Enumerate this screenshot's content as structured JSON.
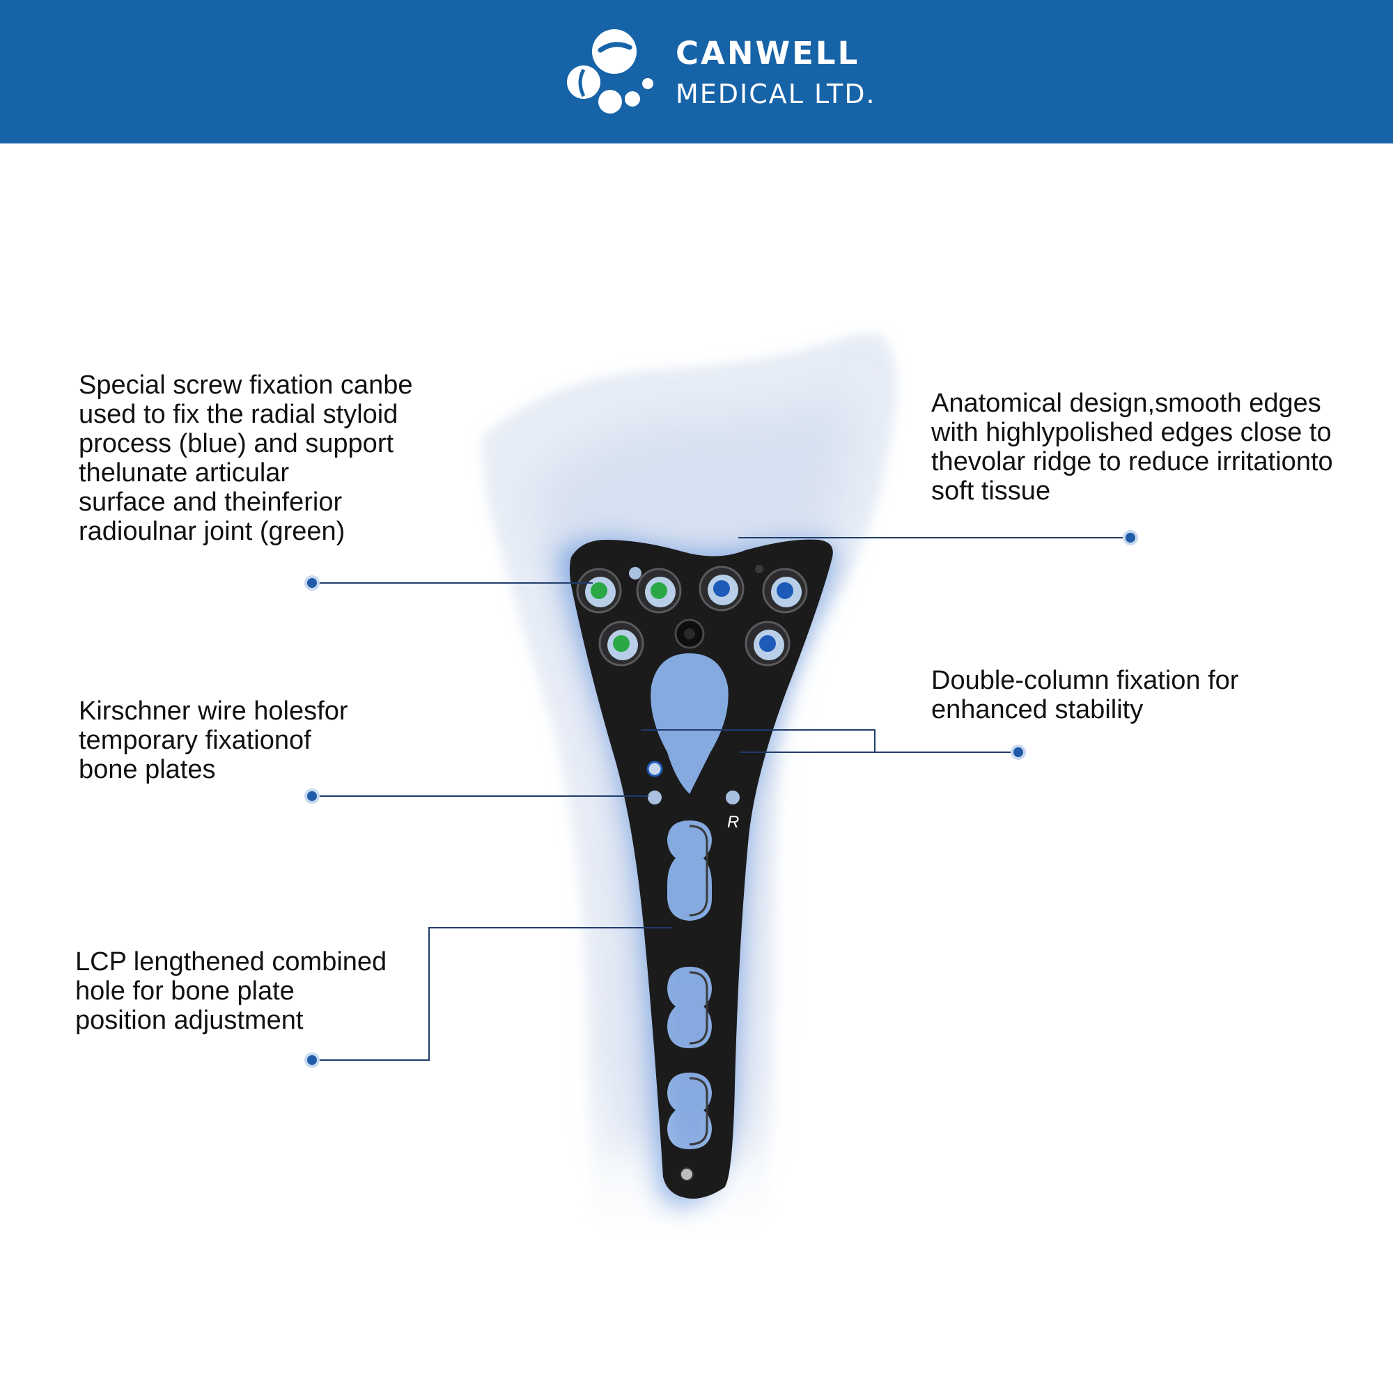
{
  "brand": {
    "name": "CANWELL",
    "subtitle": "MEDICAL LTD.",
    "color": "#1763a8"
  },
  "colors": {
    "leader_line": "#1f3b6b",
    "marker": "#1f5ba8",
    "plate": "#1b1b1c",
    "bone": "#e9eef7",
    "green_screw": "#2aa845",
    "blue_screw": "#1e5bb8"
  },
  "callouts": {
    "special_screw": "Special screw fixation canbe\nused to fix the radial styloid\nprocess (blue) and support\nthelunate articular\nsurface and theinferior\nradioulnar joint (green)",
    "anatomical": "Anatomical design,smooth edges\nwith highlypolished edges close to\nthevolar ridge to reduce irritationto\nsoft tissue",
    "kirschner": "Kirschner wire holesfor\ntemporary fixationof\nbone plates",
    "double_column": "Double-column fixation for\nenhanced stability",
    "lcp": "LCP lengthened combined\nhole for bone plate\nposition adjustment"
  },
  "plate_label": "R"
}
